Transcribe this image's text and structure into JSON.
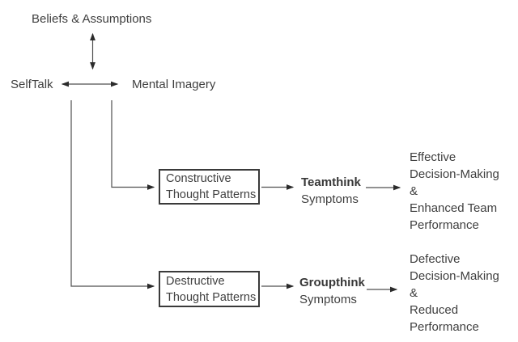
{
  "diagram": {
    "nodes": {
      "beliefs": "Beliefs & Assumptions",
      "selftalk": "SelfTalk",
      "mental_imagery": "Mental Imagery",
      "constructive_box": "Constructive\nThought Patterns",
      "destructive_box": "Destructive\nThought Patterns",
      "teamthink_title": "Teamthink",
      "teamthink_sub": "Symptoms",
      "groupthink_title": "Groupthink",
      "groupthink_sub": "Symptoms",
      "effective_outcome": "Effective\nDecision-Making\n&\nEnhanced Team\nPerformance",
      "defective_outcome": "Defective\nDecision-Making\n&\nReduced\nPerformance"
    },
    "edges": [
      "Beliefs & Assumptions <-> SelfTalk / Mental Imagery",
      "SelfTalk <-> Mental Imagery",
      "Mental Imagery -> Constructive Thought Patterns",
      "SelfTalk -> Destructive Thought Patterns",
      "Constructive Thought Patterns -> Teamthink Symptoms",
      "Teamthink Symptoms -> Effective Decision-Making & Enhanced Team Performance",
      "Destructive Thought Patterns -> Groupthink Symptoms",
      "Groupthink Symptoms -> Defective Decision-Making & Reduced Performance"
    ],
    "colors": {
      "background": "#ffffff",
      "text": "#3f3f3f",
      "line": "#4f4f4f",
      "arrowhead": "#2b2b2b",
      "box_border": "#3a3a3a"
    }
  }
}
